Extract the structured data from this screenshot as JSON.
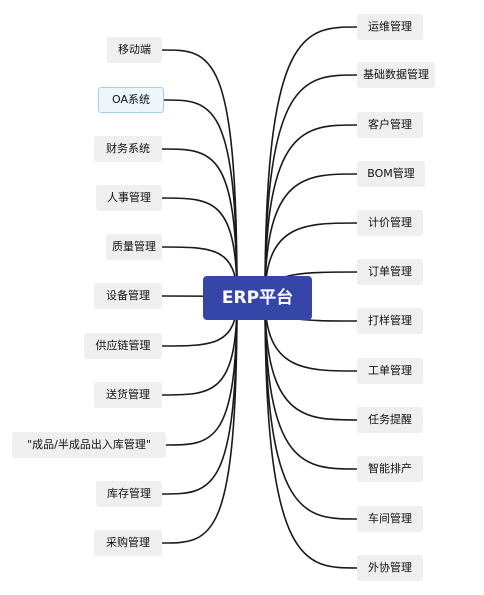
{
  "root": {
    "label": "ERP平台",
    "color": "#3646a8"
  },
  "left_topics": [
    {
      "label": "移动端"
    },
    {
      "label": "OA系统",
      "highlighted": true
    },
    {
      "label": "财务系统"
    },
    {
      "label": "人事管理"
    },
    {
      "label": "质量管理"
    },
    {
      "label": "设备管理"
    },
    {
      "label": "供应链管理"
    },
    {
      "label": "送货管理"
    },
    {
      "label": "\"成品/半成品出入库管理\""
    },
    {
      "label": "库存管理"
    },
    {
      "label": "采购管理"
    }
  ],
  "right_topics": [
    {
      "label": "运维管理"
    },
    {
      "label": "基础数据管理"
    },
    {
      "label": "客户管理"
    },
    {
      "label": "BOM管理"
    },
    {
      "label": "计价管理"
    },
    {
      "label": "订单管理"
    },
    {
      "label": "打样管理"
    },
    {
      "label": "工单管理"
    },
    {
      "label": "任务提醒"
    },
    {
      "label": "智能排产"
    },
    {
      "label": "车间管理"
    },
    {
      "label": "外协管理"
    }
  ],
  "colors": {
    "node_fill": "#efefef",
    "highlight_border": "#9fd0ea",
    "edge": "#1a1a1a"
  }
}
